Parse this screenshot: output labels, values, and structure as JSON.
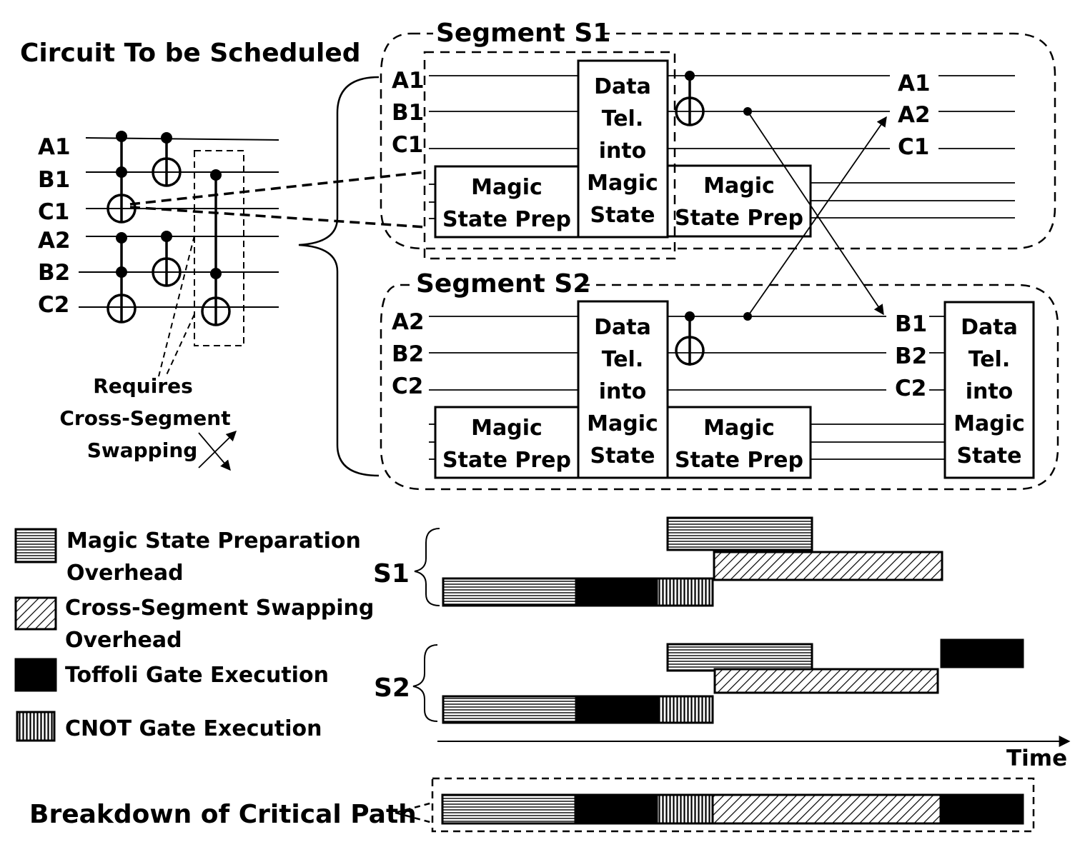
{
  "title": "Circuit To be Scheduled",
  "circuit_wires": [
    "A1",
    "B1",
    "C1",
    "A2",
    "B2",
    "C2"
  ],
  "annotation": [
    "Requires",
    "Cross-Segment",
    "Swapping"
  ],
  "segment1": {
    "title": "Segment S1",
    "inputs": [
      "A1",
      "B1",
      "C1"
    ],
    "outputs": [
      "A1",
      "A2",
      "C1"
    ],
    "data_tel": [
      "Data",
      "Tel.",
      "into",
      "Magic",
      "State"
    ],
    "magic_prep": [
      "Magic",
      "State Prep"
    ]
  },
  "segment2": {
    "title": "Segment S2",
    "inputs": [
      "A2",
      "B2",
      "C2"
    ],
    "outputs": [
      "B1",
      "B2",
      "C2"
    ],
    "data_tel": [
      "Data",
      "Tel.",
      "into",
      "Magic",
      "State"
    ],
    "magic_prep": [
      "Magic",
      "State Prep"
    ]
  },
  "legend": {
    "magic": [
      "Magic State Preparation",
      "Overhead"
    ],
    "swap": [
      "Cross-Segment Swapping",
      "Overhead"
    ],
    "toffoli": "Toffoli Gate Execution",
    "cnot": "CNOT Gate Execution"
  },
  "timeline": {
    "s1_label": "S1",
    "s2_label": "S2",
    "axis_label": "Time",
    "critical_label": "Breakdown of Critical Path"
  },
  "colors": {
    "ink": "#000000",
    "paper": "#ffffff"
  }
}
